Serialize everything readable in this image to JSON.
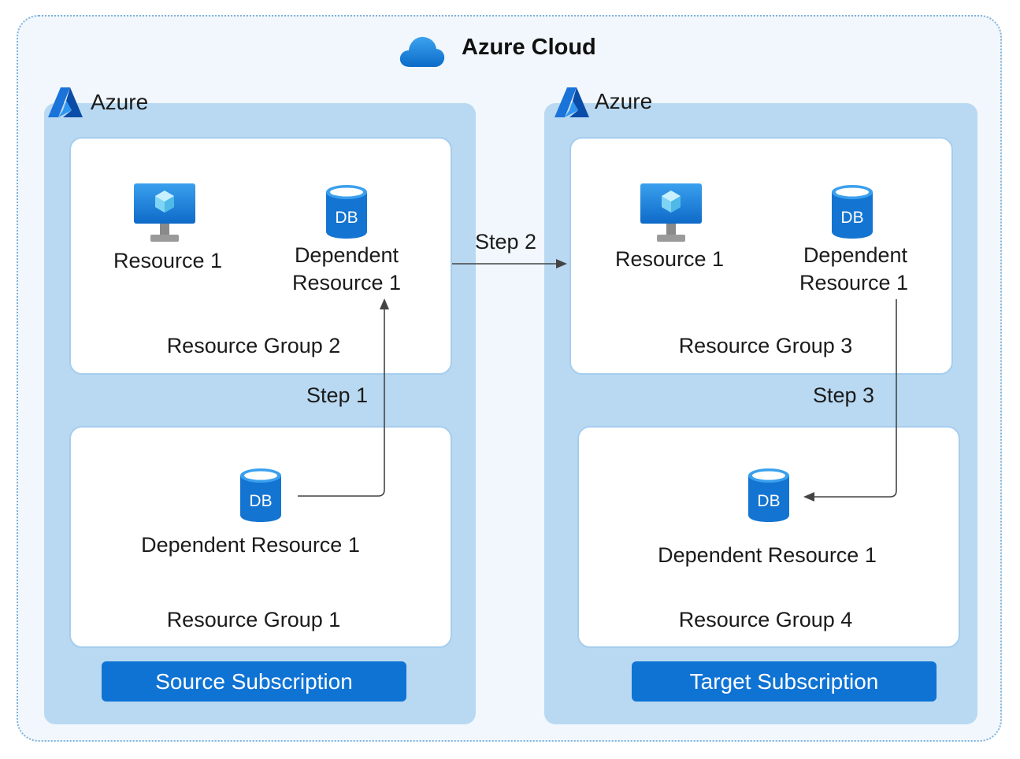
{
  "cloud": {
    "title": "Azure Cloud",
    "icon": "cloud-icon"
  },
  "source": {
    "azure_label": "Azure",
    "groups": {
      "top": {
        "resource_label": "Resource 1",
        "dependent_line1": "Dependent",
        "dependent_line2": "Resource 1",
        "name": "Resource Group 2"
      },
      "bottom": {
        "dependent_label": "Dependent Resource 1",
        "name": "Resource Group 1"
      }
    },
    "subscription_label": "Source Subscription"
  },
  "target": {
    "azure_label": "Azure",
    "groups": {
      "top": {
        "resource_label": "Resource 1",
        "dependent_line1": "Dependent",
        "dependent_line2": "Resource 1",
        "name": "Resource Group 3"
      },
      "bottom": {
        "dependent_label": "Dependent Resource 1",
        "name": "Resource Group 4"
      }
    },
    "subscription_label": "Target Subscription"
  },
  "steps": {
    "step1": "Step 1",
    "step2": "Step 2",
    "step3": "Step 3"
  },
  "db_icon_text": "DB",
  "colors": {
    "subscription_button": "#0f73d4",
    "panel": "#b9d9f2",
    "frame_border": "#7fb2dd",
    "arrow": "#444444"
  }
}
